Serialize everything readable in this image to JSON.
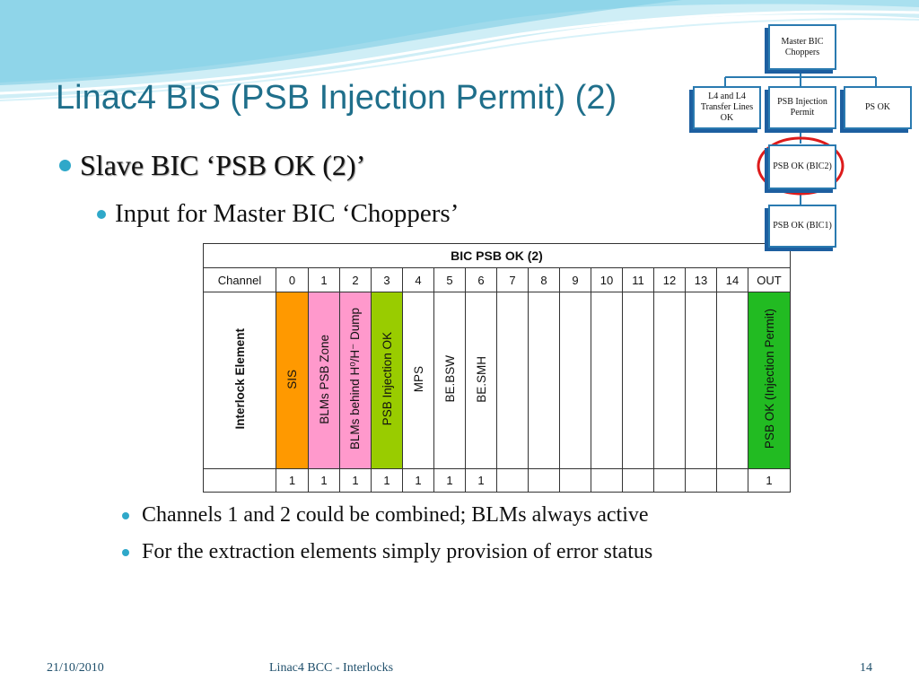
{
  "slide": {
    "title": "Linac4 BIS (PSB Injection Permit) (2)",
    "bullet1": "Slave BIC ‘PSB OK (2)’",
    "bullet2": "Input for Master BIC ‘Choppers’",
    "notes": [
      "Channels 1 and 2 could be combined; BLMs always active",
      "For the extraction elements simply provision of error status"
    ]
  },
  "table": {
    "title": "BIC PSB OK (2)",
    "channel_label": "Channel",
    "channels": [
      "0",
      "1",
      "2",
      "3",
      "4",
      "5",
      "6",
      "7",
      "8",
      "9",
      "10",
      "11",
      "12",
      "13",
      "14",
      "OUT"
    ],
    "row_label": "Interlock Element",
    "elements": [
      "SIS",
      "BLMs PSB Zone",
      "BLMs behind H⁰/H⁻ Dump",
      "PSB Injection OK",
      "MPS",
      "BE.BSW",
      "BE.SMH",
      "",
      "",
      "",
      "",
      "",
      "",
      "",
      "",
      "PSB OK (Injection Permit)"
    ],
    "values": [
      "1",
      "1",
      "1",
      "1",
      "1",
      "1",
      "1",
      "",
      "",
      "",
      "",
      "",
      "",
      "",
      "",
      "1"
    ],
    "colors": {
      "orange": "#ff9900",
      "pink": "#ff99cc",
      "lime": "#99cc00",
      "green": "#22bb22"
    }
  },
  "tree": {
    "master": "Master BIC Choppers",
    "l4": "L4 and L4 Transfer Lines OK",
    "psb_inj": "PSB Injection Permit",
    "ps_ok": "PS OK",
    "psb_ok2": "PSB OK (BIC2)",
    "psb_ok1": "PSB OK (BIC1)"
  },
  "footer": {
    "date": "21/10/2010",
    "center": "Linac4 BCC - Interlocks",
    "page": "14"
  }
}
